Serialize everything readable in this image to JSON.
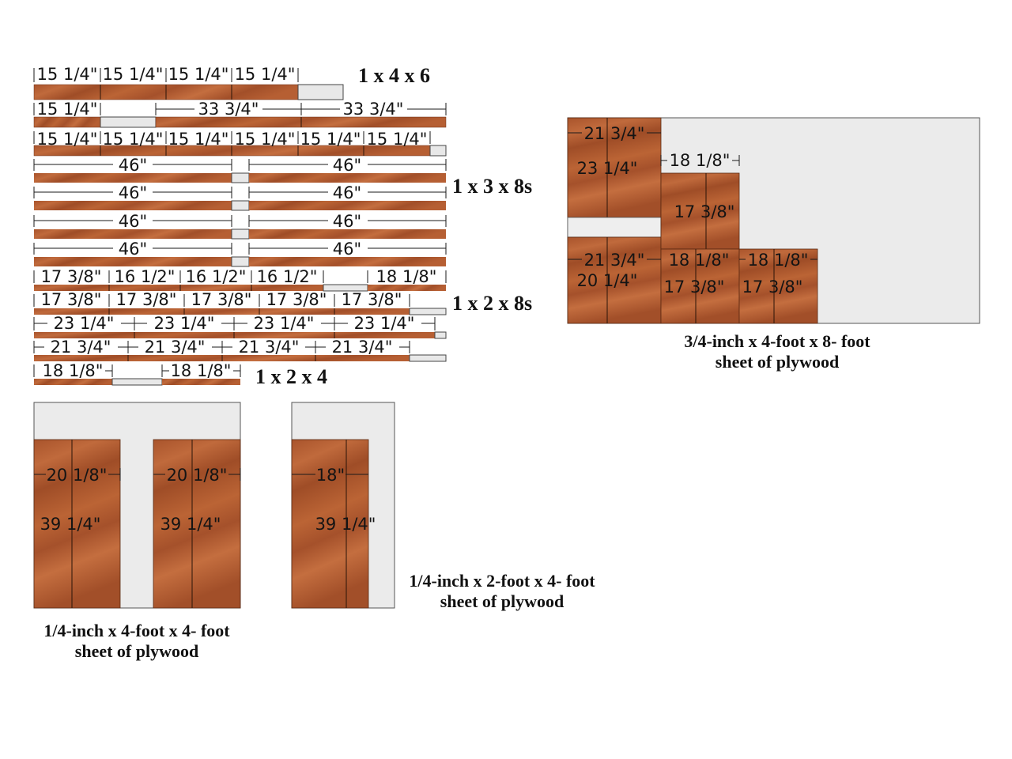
{
  "colors": {
    "wood": "#b85e33",
    "wood_dark": "#8e4121",
    "waste": "#e8e8e8",
    "sheet": "#ebebeb",
    "line": "#1a1a1a"
  },
  "labels": {
    "board_1x4x6": "1 x 4 x 6",
    "board_1x3x8s": "1 x 3 x 8s",
    "board_1x2x8s": "1 x 2 x 8s",
    "board_1x2x4": "1 x 2 x 4",
    "sheet_34_line1": "3/4-inch x 4-foot x 8- foot",
    "sheet_34_line2": "sheet of plywood",
    "sheet_14a_line1": "1/4-inch x 4-foot x 4- foot",
    "sheet_14a_line2": "sheet of plywood",
    "sheet_14b_line1": "1/4-inch x 2-foot x 4- foot",
    "sheet_14b_line2": "sheet of plywood"
  },
  "boards": [
    {
      "group": "1 x 4 x 6",
      "cuts": [
        "15 1/4\"",
        "15 1/4\"",
        "15 1/4\"",
        "15 1/4\""
      ]
    },
    {
      "group": "1 x 4 x 6",
      "cuts": [
        "15 1/4\"",
        "33 3/4\"",
        "33 3/4\""
      ]
    },
    {
      "group": "1 x 4 x 6",
      "cuts": [
        "15 1/4\"",
        "15 1/4\"",
        "15 1/4\"",
        "15 1/4\"",
        "15 1/4\"",
        "15 1/4\""
      ]
    },
    {
      "group": "1 x 3 x 8s",
      "cuts": [
        "46\"",
        "46\""
      ]
    },
    {
      "group": "1 x 3 x 8s",
      "cuts": [
        "46\"",
        "46\""
      ]
    },
    {
      "group": "1 x 3 x 8s",
      "cuts": [
        "46\"",
        "46\""
      ]
    },
    {
      "group": "1 x 3 x 8s",
      "cuts": [
        "46\"",
        "46\""
      ]
    },
    {
      "group": "1 x 2 x 8s",
      "cuts": [
        "17 3/8\"",
        "16 1/2\"",
        "16 1/2\"",
        "16 1/2\"",
        "18 1/8\""
      ]
    },
    {
      "group": "1 x 2 x 8s",
      "cuts": [
        "17 3/8\"",
        "17 3/8\"",
        "17 3/8\"",
        "17 3/8\"",
        "17 3/8\""
      ]
    },
    {
      "group": "1 x 2 x 8s",
      "cuts": [
        "23 1/4\"",
        "23 1/4\"",
        "23 1/4\"",
        "23 1/4\""
      ]
    },
    {
      "group": "1 x 2 x 8s",
      "cuts": [
        "21 3/4\"",
        "21 3/4\"",
        "21 3/4\"",
        "21 3/4\""
      ]
    },
    {
      "group": "1 x 2 x 4",
      "cuts": [
        "18 1/8\"",
        "18 1/8\""
      ]
    }
  ],
  "sheet_34": {
    "pieces": [
      {
        "width": "21 3/4\"",
        "height": "23 1/4\""
      },
      {
        "width": "18 1/8\"",
        "height": "17 3/8\""
      },
      {
        "width": "21 3/4\"",
        "height": "20 1/4\""
      },
      {
        "width": "18 1/8\"",
        "height": "17 3/8\""
      },
      {
        "width": "18 1/8\"",
        "height": "17 3/8\""
      }
    ]
  },
  "sheet_14a": {
    "pieces": [
      {
        "width": "20 1/8\"",
        "height": "39 1/4\""
      },
      {
        "width": "20 1/8\"",
        "height": "39 1/4\""
      }
    ]
  },
  "sheet_14b": {
    "pieces": [
      {
        "width": "18\"",
        "height": "39 1/4\""
      }
    ]
  }
}
